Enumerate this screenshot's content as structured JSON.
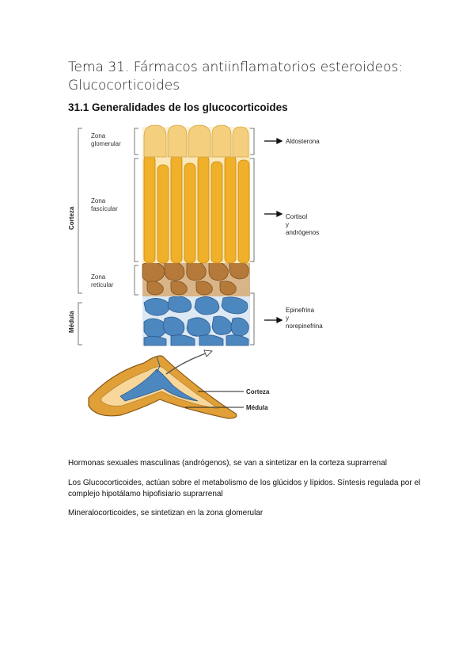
{
  "page": {
    "title": "Tema 31. Fármacos antiinflamatorios esteroideos: Glucocorticoides",
    "section_heading": "31.1 Generalidades de los glucocorticoides"
  },
  "figure": {
    "zone_labels": {
      "glomerular_line1": "Zona",
      "glomerular_line2": "glomerular",
      "fascicular_line1": "Zona",
      "fascicular_line2": "fascicular",
      "reticular_line1": "Zona",
      "reticular_line2": "reticular"
    },
    "region_labels": {
      "corteza": "Corteza",
      "medula": "Médula"
    },
    "products": {
      "aldosterona": "Aldosterona",
      "cortisol_line1": "Cortisol",
      "cortisol_line2": "y",
      "cortisol_line3": "andrógenos",
      "epinefrina_line1": "Epinefrina",
      "epinefrina_line2": "y",
      "epinefrina_line3": "norepinefrina"
    },
    "gland_labels": {
      "corteza": "Corteza",
      "medula": "Médula"
    },
    "colors": {
      "glomerular": "#f3cf7e",
      "fascicular": "#f0b02a",
      "reticular": "#b57a3a",
      "medulla": "#4d87c0"
    }
  },
  "paragraphs": [
    "Hormonas sexuales masculinas (andrógenos), se van a sintetizar en la corteza suprarrenal",
    "Los Glucocorticoides, actúan sobre el metabolismo de los glúcidos y lípidos. Síntesis regulada por el complejo hipotálamo hipofisiario suprarrenal",
    "Mineralocorticoides, se sintetizan en la zona glomerular"
  ]
}
